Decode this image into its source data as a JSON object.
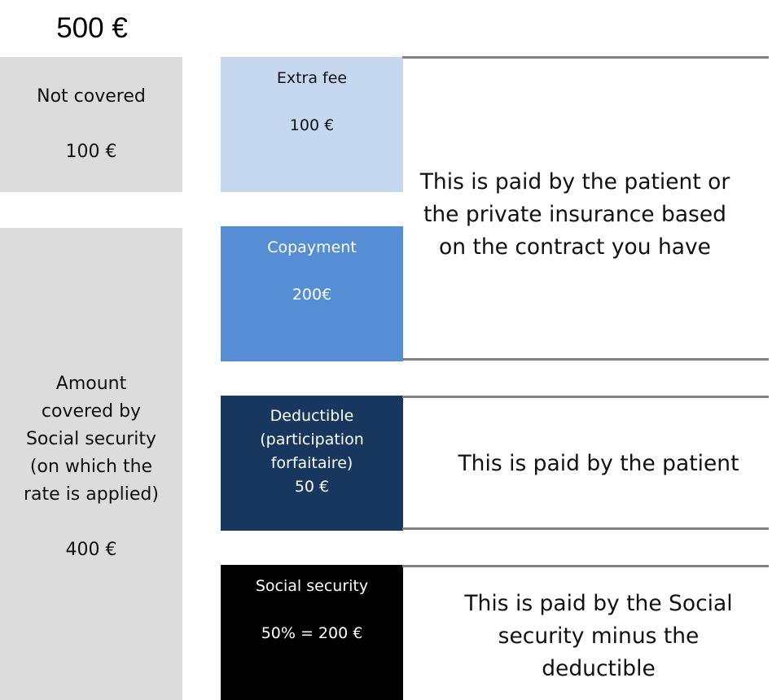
{
  "total": "500 €",
  "left": {
    "not_covered_label": "Not covered",
    "not_covered_value": "100 €",
    "covered_lines": [
      "Amount",
      "covered by",
      "Social security",
      "(on which the",
      "rate is applied)"
    ],
    "covered_value": "400 €"
  },
  "blocks": [
    {
      "lines": [
        "Extra fee"
      ],
      "value": "100 €",
      "color": "#c5d8f0"
    },
    {
      "lines": [
        "Copayment"
      ],
      "value": "200€",
      "color": "#558ed5"
    },
    {
      "lines": [
        "Deductible",
        "(participation",
        "forfaitaire)"
      ],
      "value": "50 €",
      "color": "#17375e"
    },
    {
      "lines": [
        "Social security"
      ],
      "value": "50% = 200 €",
      "color": "#000000"
    }
  ],
  "notes": {
    "patient_or_insurance": [
      "This is paid by the patient or",
      "the private insurance based",
      "on the contract you have"
    ],
    "patient": [
      "This is paid by the patient"
    ],
    "social_security": [
      "This is paid by the Social",
      "security minus the",
      "deductible"
    ]
  }
}
